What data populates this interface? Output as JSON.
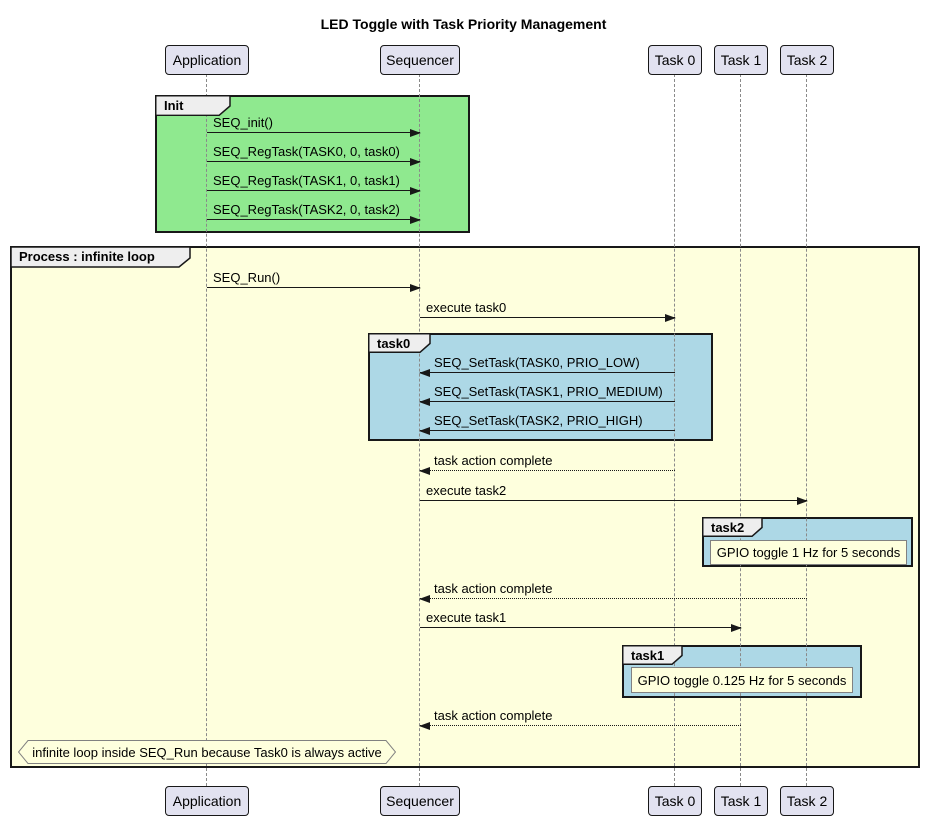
{
  "title": "LED Toggle with Task Priority Management",
  "participants": {
    "application": "Application",
    "sequencer": "Sequencer",
    "task0": "Task 0",
    "task1": "Task 1",
    "task2": "Task 2"
  },
  "frames": {
    "init": "Init",
    "process": "Process : infinite loop",
    "task0": "task0",
    "task1": "task1",
    "task2": "task2"
  },
  "messages": {
    "seq_init": "SEQ_init()",
    "reg_task0": "SEQ_RegTask(TASK0, 0, task0)",
    "reg_task1": "SEQ_RegTask(TASK1, 0, task1)",
    "reg_task2": "SEQ_RegTask(TASK2, 0, task2)",
    "seq_run": "SEQ_Run()",
    "execute_task0": "execute task0",
    "set_task0": "SEQ_SetTask(TASK0, PRIO_LOW)",
    "set_task1": "SEQ_SetTask(TASK1, PRIO_MEDIUM)",
    "set_task2": "SEQ_SetTask(TASK2, PRIO_HIGH)",
    "task_action_complete": "task action complete",
    "execute_task2": "execute task2",
    "execute_task1": "execute task1"
  },
  "notes": {
    "task2_note": "GPIO toggle 1 Hz for 5 seconds",
    "task1_note": "GPIO toggle 0.125 Hz for 5 seconds",
    "loop_note": "infinite loop inside SEQ_Run because Task0 is always active"
  },
  "colors": {
    "participant_fill": "#E2E2F0",
    "participant_border": "#181818",
    "init_fill": "#8FE98F",
    "process_fill": "#FEFFDD",
    "task_fill": "#ADD8E6",
    "note_fill": "#FEFFDD",
    "tab_fill": "#EEEEEE",
    "line_color": "#181818",
    "lifeline_color": "#8A8A8A"
  }
}
